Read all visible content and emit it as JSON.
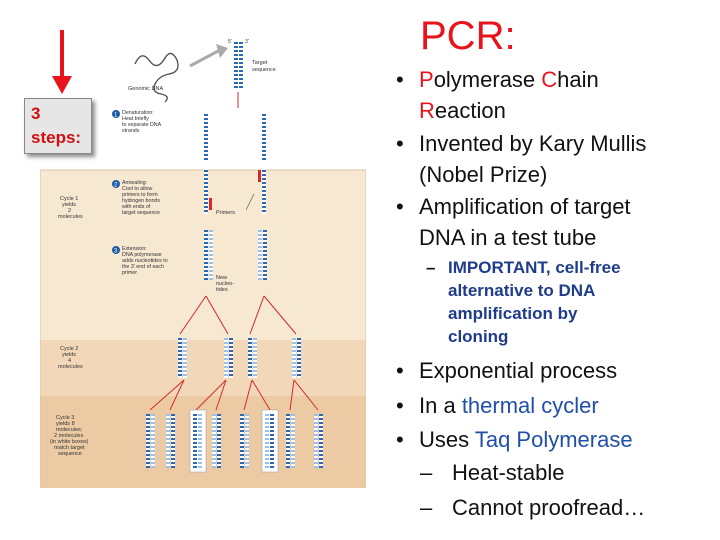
{
  "title": "PCR:",
  "steps_label": "3\nsteps:",
  "figure": {
    "top_labels": {
      "strand5": "5'",
      "strand3": "3'",
      "target": "Target\nsequence",
      "genomic": "Genomic DNA"
    },
    "steps": [
      {
        "num": "1",
        "text": "Denaturation:\nHeat briefly\nto separate DNA\nstrands"
      },
      {
        "num": "2",
        "text": "Annealing:\nCool to allow\nprimers to form\nhydrogen bonds\nwith ends of\ntarget sequence"
      },
      {
        "num": "3",
        "text": "Extension:\nDNA polymerase\nadds nucleotides to\nthe 3' end of each\nprimer"
      }
    ],
    "primers_label": "Primers",
    "new_nucleotides_label": "New\nnucleo-\ntides",
    "cycles": [
      {
        "text": "Cycle 1\nyields\n2\nmolecules"
      },
      {
        "text": "Cycle 2\nyields\n4\nmolecules"
      },
      {
        "text": "Cycle 3\nyields 8\nmolecules;\n2 molecules\n(in white boxes)\nmatch target\nsequence"
      }
    ],
    "colors": {
      "band1": "#f7e8d2",
      "band2": "#f2d8b8",
      "band3": "#eccba4",
      "strand_blue": "#1f5aa6",
      "strand_light": "#a9c8e8",
      "arrow_red": "#d32a2a"
    }
  },
  "bullets": [
    {
      "dot": "•",
      "lines": [
        [
          "Polymerase ",
          "Chain"
        ],
        [
          "Reaction"
        ]
      ]
    },
    {
      "dot": "•",
      "lines": [
        [
          "Invented by Kary Mullis"
        ],
        [
          "(Nobel Prize)"
        ]
      ]
    },
    {
      "dot": "•",
      "lines": [
        [
          "Amplification of target"
        ],
        [
          "DNA in a test tube"
        ]
      ]
    }
  ],
  "bullet1": {
    "p1": "P",
    "olymerase": "olymerase ",
    "c": "C",
    "hain": "hain",
    "r": "R",
    "eaction": "eaction"
  },
  "bullet2": {
    "l1": "Invented by Kary Mullis",
    "l2": "(Nobel Prize)"
  },
  "bullet3": {
    "l1": "Amplification of target",
    "l2": "DNA in a test tube"
  },
  "sub_note": {
    "dash": "–",
    "important": "IMPORTANT,",
    "l1_rest": " cell-free",
    "l2": "alternative to DNA",
    "l3": "amplification by",
    "l4": "cloning"
  },
  "bullet4": "Exponential process",
  "bullet5": {
    "pre": "In a ",
    "blue": "thermal cycler"
  },
  "bullet6": {
    "pre": "Uses ",
    "blue": "Taq Polymerase"
  },
  "sub6": [
    {
      "dash": "–",
      "text": "Heat-stable"
    },
    {
      "dash": "–",
      "text": "Cannot proofread…"
    }
  ],
  "bullet_dot": "•"
}
